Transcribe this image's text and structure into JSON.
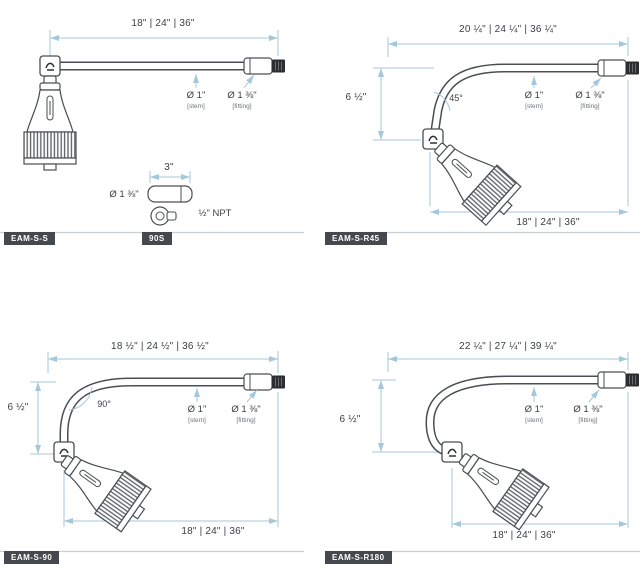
{
  "colors": {
    "dimension_blue": "#a4c7db",
    "drawing_ink": "#4a4e52",
    "badge_background": "#45494d",
    "badge_text": "#ffffff"
  },
  "panels": {
    "eam_s_s": {
      "badge": "EAM-S-S",
      "top_dim": "18\" | 24\" | 36\"",
      "stem_dia": "Ø 1\"",
      "stem_note": "[stem]",
      "fitting_dia": "Ø 1 ⅜\"",
      "fitting_note": "[fitting]"
    },
    "part_90s": {
      "badge": "90S",
      "length_dim": "3\"",
      "dia_dim": "Ø 1 ⅜\"",
      "thread": "½\" NPT"
    },
    "eam_s_r45": {
      "badge": "EAM-S-R45",
      "top_dim": "20 ¼\" | 24 ¼\" | 36 ¼\"",
      "height_dim": "6 ½\"",
      "angle": "45°",
      "stem_dia": "Ø 1\"",
      "stem_note": "[stem]",
      "fitting_dia": "Ø 1 ⅜\"",
      "fitting_note": "[fitting]",
      "bottom_dim": "18\" | 24\" | 36\""
    },
    "eam_s_90": {
      "badge": "EAM-S-90",
      "top_dim": "18 ½\" | 24 ½\" | 36 ½\"",
      "height_dim": "6 ½\"",
      "angle": "90°",
      "stem_dia": "Ø 1\"",
      "stem_note": "[stem]",
      "fitting_dia": "Ø 1 ⅜\"",
      "fitting_note": "[fitting]",
      "bottom_dim": "18\" | 24\" | 36\""
    },
    "eam_s_r180": {
      "badge": "EAM-S-R180",
      "top_dim": "22 ¼\" | 27 ¼\" | 39 ¼\"",
      "height_dim": "6 ½\"",
      "stem_dia": "Ø 1\"",
      "stem_note": "[stem]",
      "fitting_dia": "Ø 1 ⅜\"",
      "fitting_note": "[fitting]",
      "bottom_dim": "18\" | 24\" | 36\""
    }
  }
}
